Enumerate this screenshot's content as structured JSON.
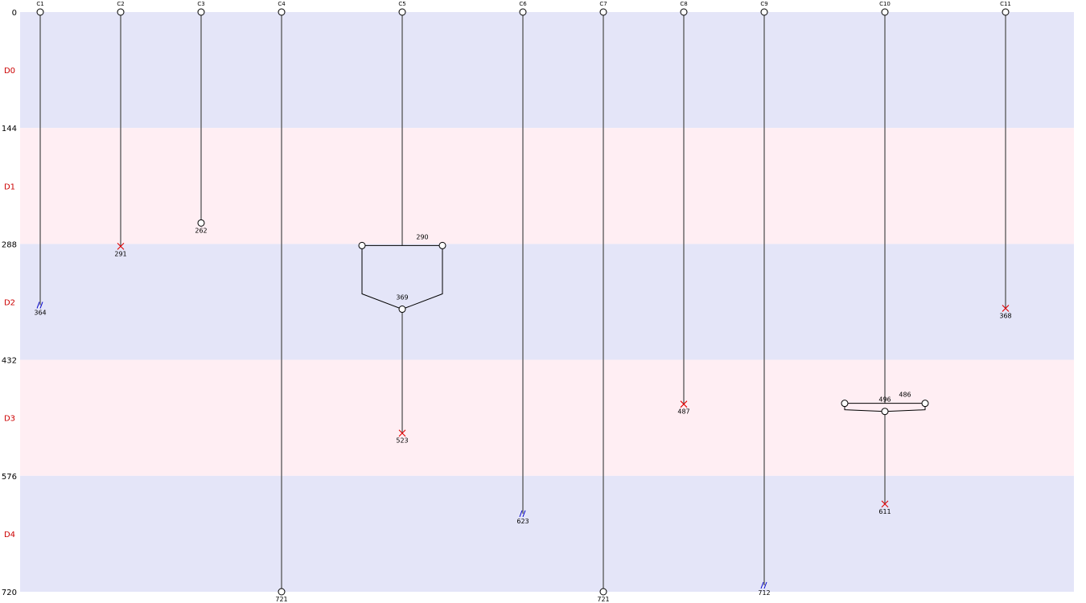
{
  "columns": [
    "C1",
    "C2",
    "C3",
    "C4",
    "C5",
    "C6",
    "C7",
    "C8",
    "C9",
    "C10",
    "C11"
  ],
  "axis": {
    "ticks": [
      "0",
      "144",
      "288",
      "432",
      "576",
      "720"
    ],
    "bands": [
      "D0",
      "D1",
      "D2",
      "D3",
      "D4"
    ]
  },
  "colors": {
    "band_a": "#e4e5f8",
    "band_b": "#ffeef3",
    "band_label": "#cc0000",
    "event": "#e00000",
    "censored": "#0000cc"
  },
  "chart_data": {
    "type": "diagram",
    "y_range": [
      0,
      720
    ],
    "lines": [
      {
        "column": "C1",
        "start": 0,
        "end": 364,
        "end_marker": "censored",
        "end_label": "364"
      },
      {
        "column": "C2",
        "start": 0,
        "end": 291,
        "end_marker": "event",
        "end_label": "291"
      },
      {
        "column": "C3",
        "start": 0,
        "end": 262,
        "end_marker": "node",
        "end_label": "262"
      },
      {
        "column": "C4",
        "start": 0,
        "end": 720,
        "end_marker": "node",
        "end_label": "721"
      },
      {
        "column": "C5",
        "start": 0,
        "end": 523,
        "end_marker": "event",
        "end_label": "523",
        "split": {
          "at": 290,
          "label": "290",
          "merge_at": 369,
          "merge_label": "369",
          "shape": "wide"
        }
      },
      {
        "column": "C6",
        "start": 0,
        "end": 623,
        "end_marker": "censored",
        "end_label": "623"
      },
      {
        "column": "C7",
        "start": 0,
        "end": 720,
        "end_marker": "node",
        "end_label": "721"
      },
      {
        "column": "C8",
        "start": 0,
        "end": 487,
        "end_marker": "event",
        "end_label": "487"
      },
      {
        "column": "C9",
        "start": 0,
        "end": 712,
        "end_marker": "censored",
        "end_label": "712"
      },
      {
        "column": "C10",
        "start": 0,
        "end": 611,
        "end_marker": "event",
        "end_label": "611",
        "split": {
          "at": 486,
          "label": "486",
          "merge_at": 496,
          "merge_label": "496",
          "shape": "narrow"
        }
      },
      {
        "column": "C11",
        "start": 0,
        "end": 368,
        "end_marker": "event",
        "end_label": "368"
      }
    ]
  }
}
